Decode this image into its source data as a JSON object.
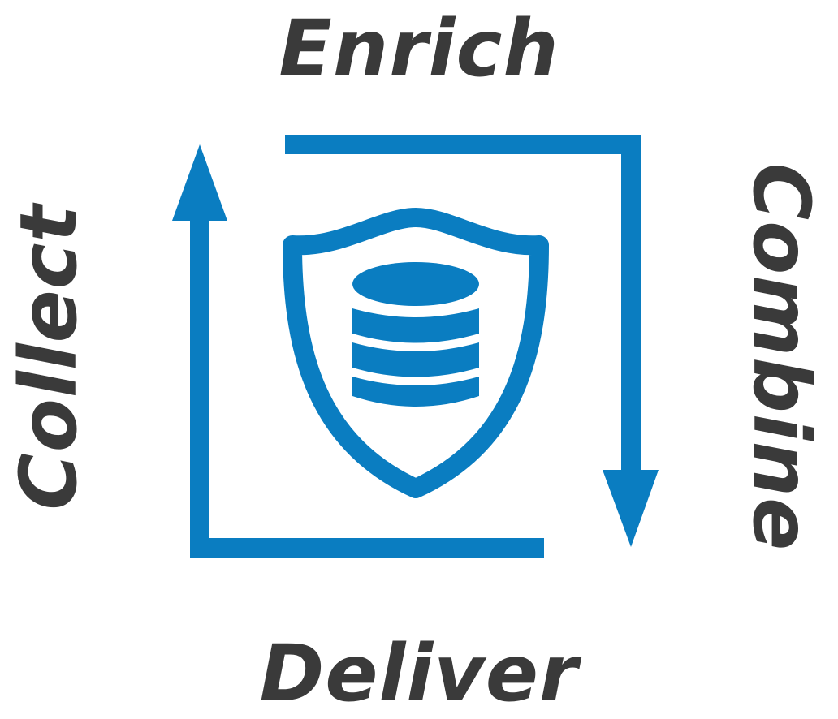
{
  "labels": {
    "top": "Enrich",
    "right": "Combine",
    "bottom": "Deliver",
    "left": "Collect"
  },
  "center_icon": "shield-database-icon",
  "colors": {
    "accent": "#0a7dc1",
    "text": "#3a3a3a",
    "background": "#ffffff"
  }
}
